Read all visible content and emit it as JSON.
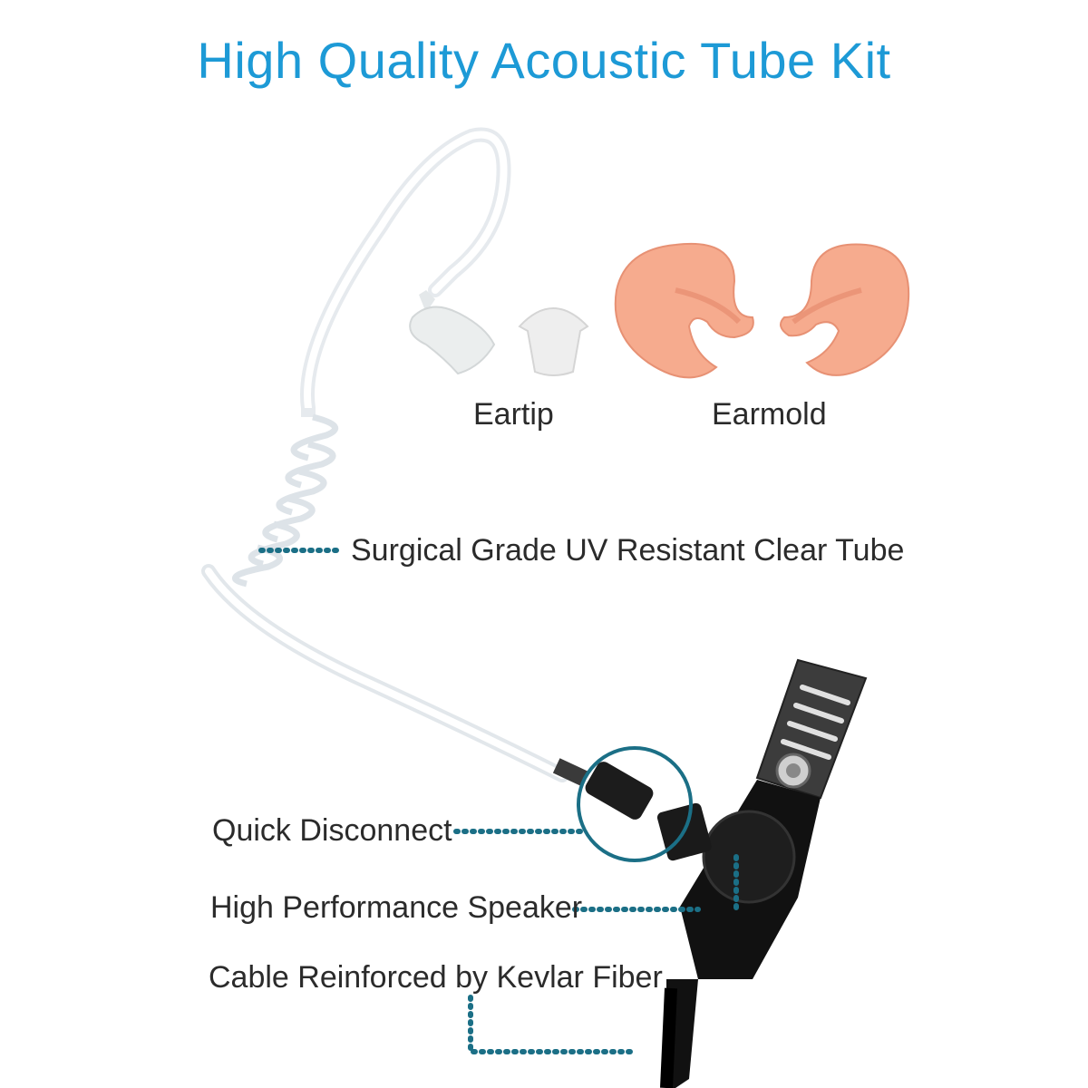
{
  "title": "High Quality Acoustic Tube Kit",
  "labels": {
    "eartip": "Eartip",
    "earmold": "Earmold",
    "tube": "Surgical Grade UV Resistant Clear Tube",
    "quick_disconnect": "Quick Disconnect",
    "speaker": "High Performance Speaker",
    "cable": "Cable Reinforced by Kevlar Fiber"
  },
  "colors": {
    "title": "#1d9ad6",
    "callout_dots": "#1b6f86",
    "earmold": "#f4a88a",
    "device": "#1a1a1a"
  }
}
